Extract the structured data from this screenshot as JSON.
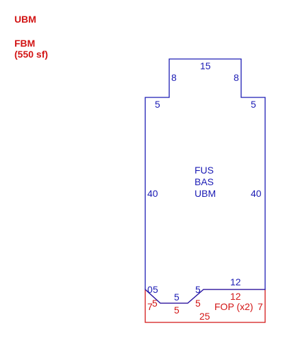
{
  "legend": {
    "line1": "UBM",
    "line2": "FBM",
    "line3": "(550 sf)"
  },
  "colors": {
    "building": "#1a1ab4",
    "addition": "#d21414"
  },
  "main_area": {
    "label_line1": "FUS",
    "label_line2": "BAS",
    "label_line3": "UBM",
    "dims": {
      "top": "15",
      "top_left_notch": "8",
      "top_right_notch": "8",
      "left_step": "5",
      "right_step": "5",
      "left_side": "40",
      "right_side": "40",
      "bottom_left_a": "0",
      "bottom_left_b": "5",
      "bottom_mid_a": "5",
      "bottom_mid_b": "5",
      "bottom_right": "12"
    }
  },
  "porch": {
    "label": "FOP (x2)",
    "dims": {
      "left": "7",
      "left_inner": "5",
      "mid_a": "5",
      "mid_b": "5",
      "top_right": "12",
      "right": "7",
      "bottom": "25"
    }
  }
}
